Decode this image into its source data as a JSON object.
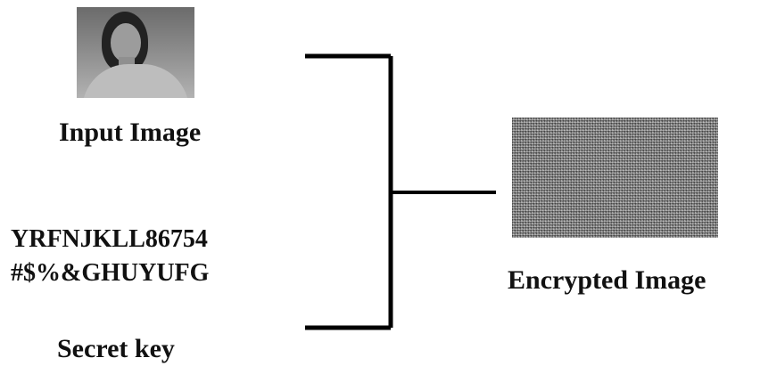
{
  "input": {
    "caption": "Input Image"
  },
  "key": {
    "line1": "YRFNJKLL86754",
    "line2": "#$%&GHUYUFG",
    "caption": "Secret key"
  },
  "output": {
    "caption": "Encrypted Image"
  },
  "colors": {
    "text": "#111111",
    "connector": "#000000",
    "background": "#ffffff"
  }
}
